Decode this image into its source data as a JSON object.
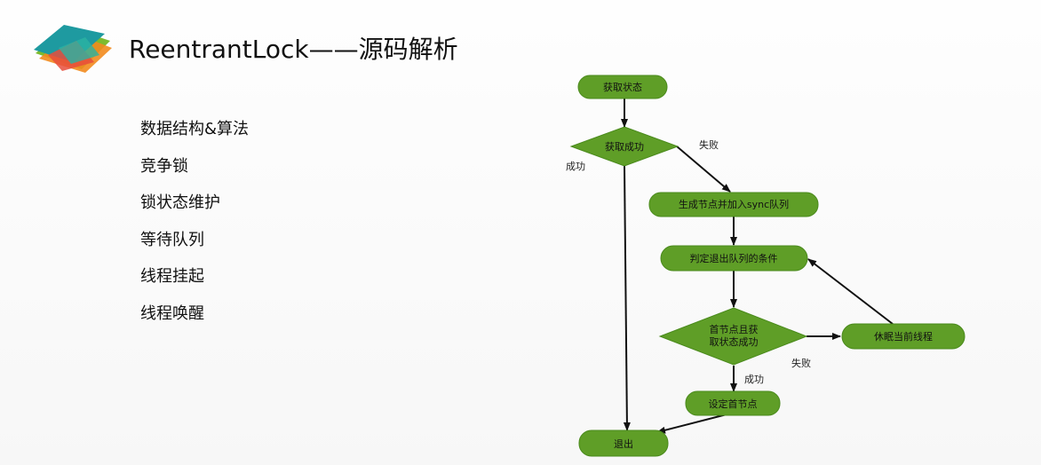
{
  "slide": {
    "title": "ReentrantLock——源码解析",
    "topics": [
      "数据结构&算法",
      "竞争锁",
      "锁状态维护",
      "等待队列",
      "线程挂起",
      "线程唤醒"
    ]
  },
  "flowchart": {
    "nodes": {
      "acquire_state": "获取状态",
      "acquire_success": "获取成功",
      "enqueue": "生成节点并加入sync队列",
      "exit_condition": "判定退出队列的条件",
      "head_check_line1": "首节点且获",
      "head_check_line2": "取状态成功",
      "sleep": "休眠当前线程",
      "set_head": "设定首节点",
      "exit": "退出"
    },
    "edge_labels": {
      "fail_1": "失败",
      "success_1": "成功",
      "fail_2": "失败",
      "success_2": "成功"
    }
  },
  "colors": {
    "node_fill": "#5f9e27",
    "node_stroke": "#4a8a1c",
    "arrow": "#111111",
    "logo_teal": "#1e9aa0",
    "logo_orange": "#f28b1e",
    "logo_green": "#7dbb2f"
  }
}
